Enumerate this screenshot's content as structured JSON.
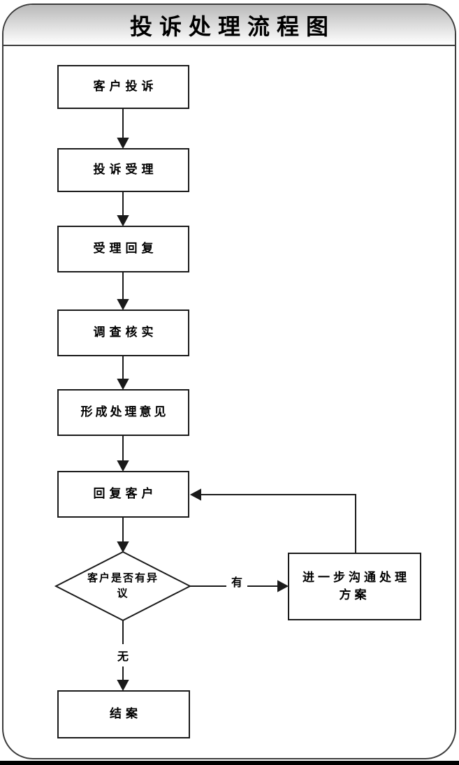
{
  "title": "投诉处理流程图",
  "flowchart": {
    "nodes": [
      {
        "label": "客户投诉",
        "type": "process"
      },
      {
        "label": "投诉受理",
        "type": "process"
      },
      {
        "label": "受理回复",
        "type": "process"
      },
      {
        "label": "调查核实",
        "type": "process"
      },
      {
        "label": "形成处理意见",
        "type": "process"
      },
      {
        "label": "回复客户",
        "type": "process"
      },
      {
        "label": "客户是否有异议",
        "type": "decision"
      },
      {
        "label": "进一步沟通处理方案",
        "type": "process"
      },
      {
        "label": "结案",
        "type": "process"
      }
    ],
    "edges": {
      "yes_label": "有",
      "no_label": "无"
    }
  },
  "colors": {
    "line": "#1a1a1a",
    "frame_border": "#3c3c3c",
    "banner_gradient_top": "#b9b9b9",
    "banner_gradient_bottom": "#ffffff",
    "node_background": "#ffffff",
    "text": "#000000"
  }
}
